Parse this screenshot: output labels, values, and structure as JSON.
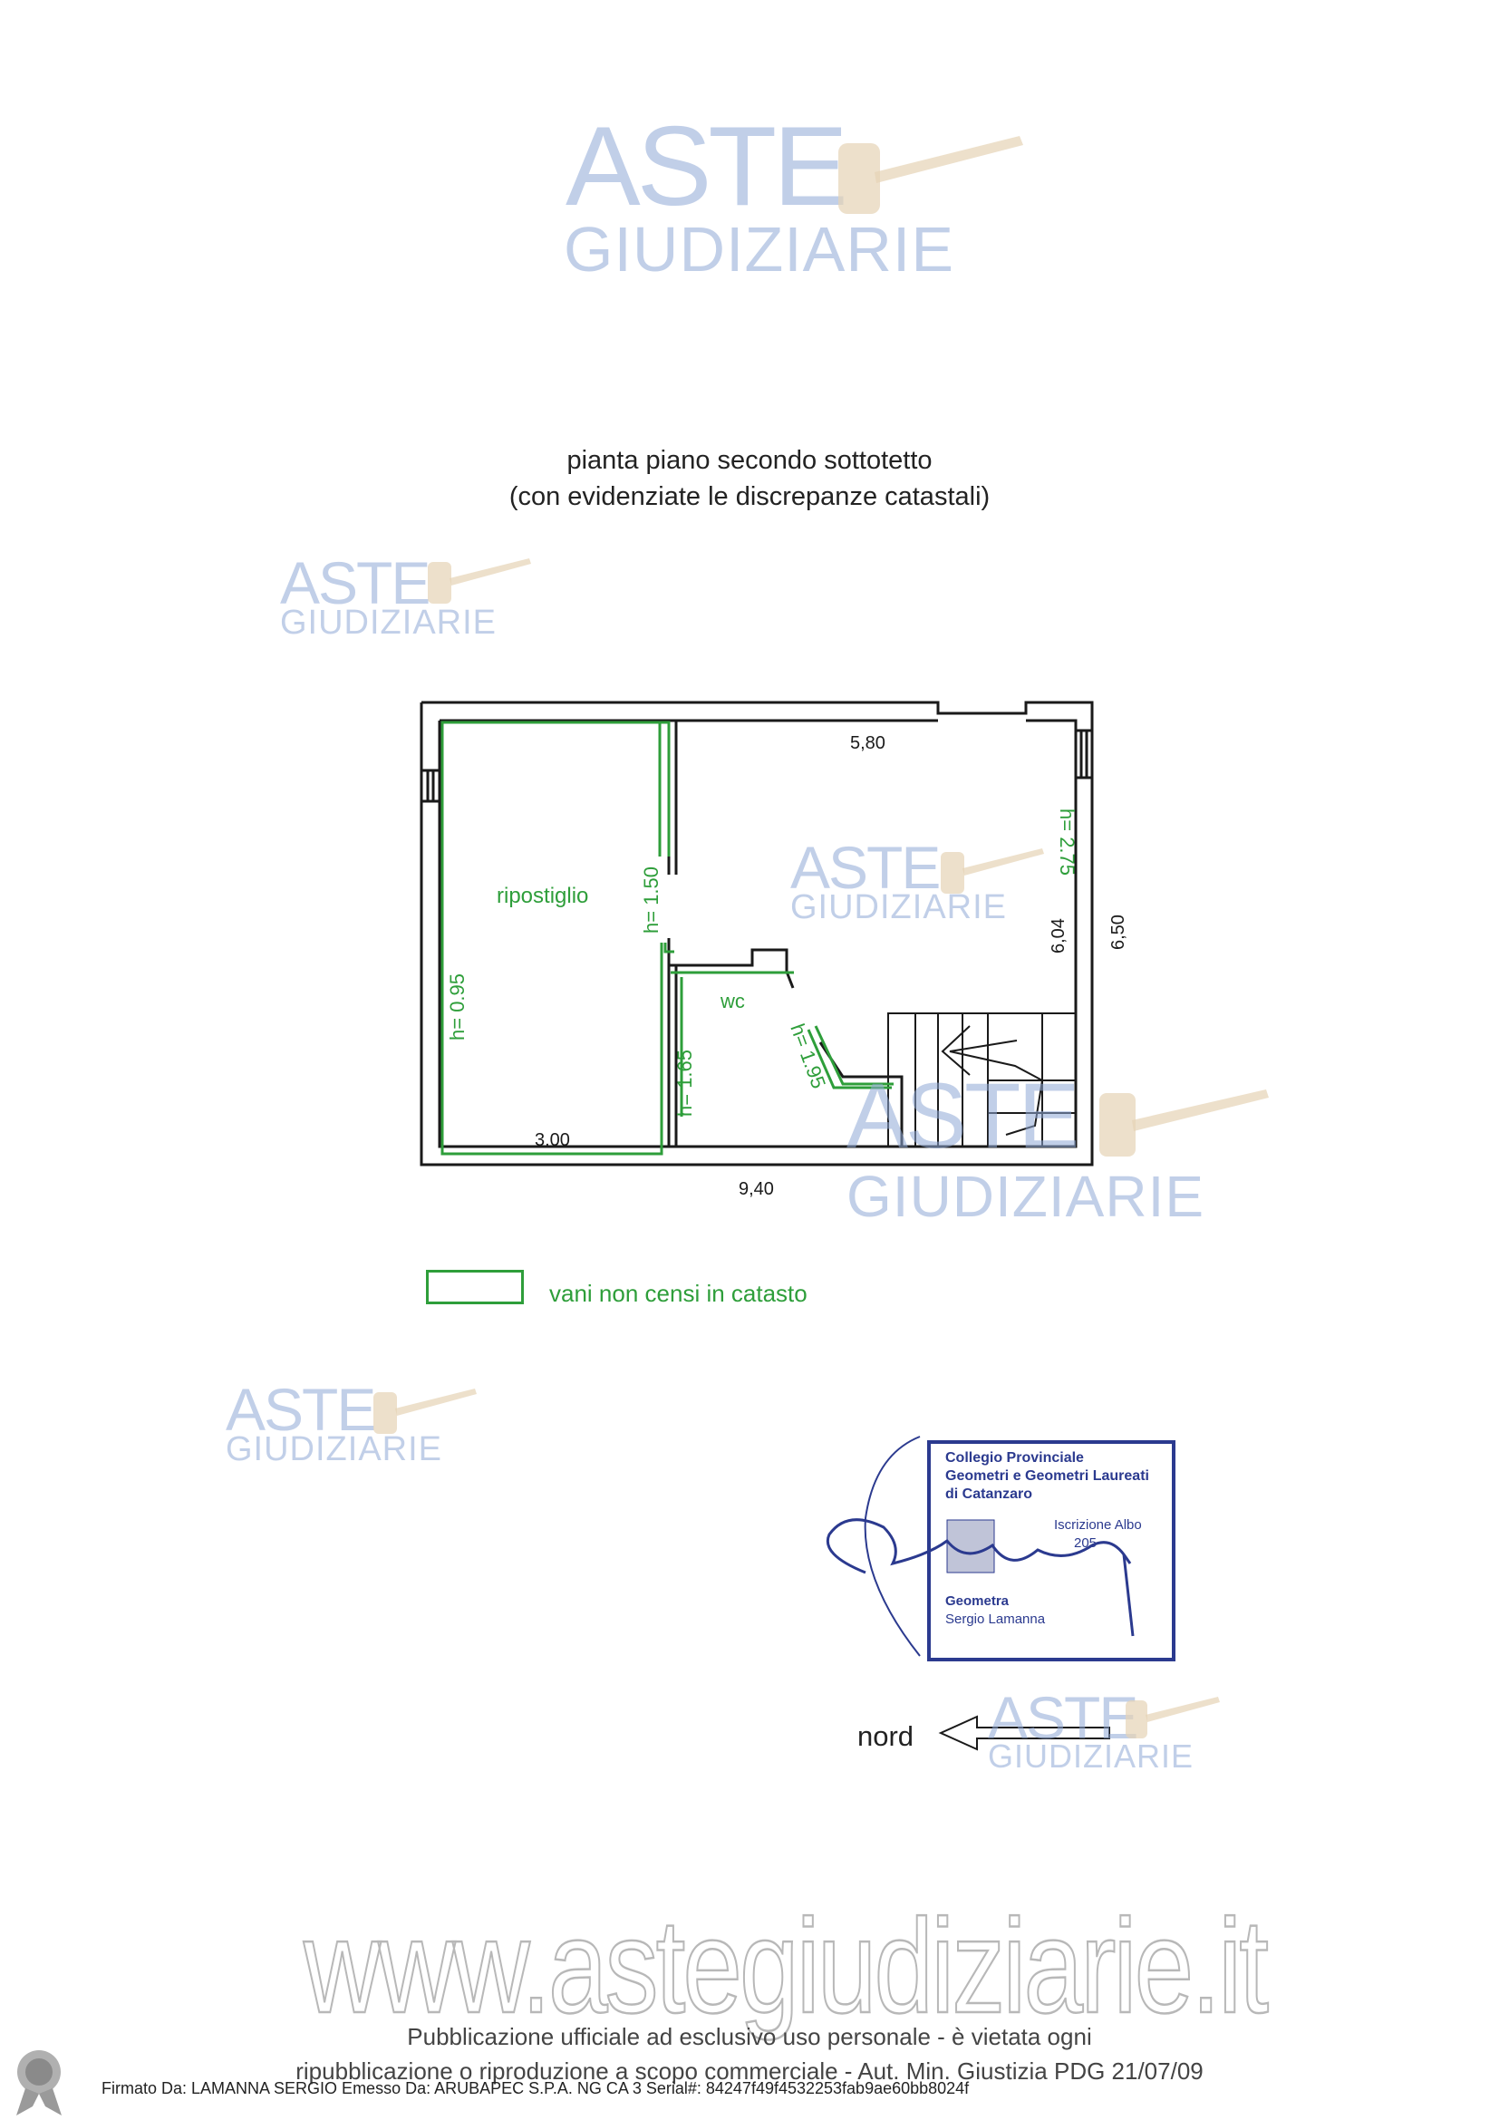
{
  "watermark": {
    "brand_top": "ASTE",
    "brand_bottom": "GIUDIZIARIE"
  },
  "title": {
    "line1": "pianta piano secondo sottotetto",
    "line2": "(con evidenziate le discrepanze catastali)"
  },
  "plan": {
    "labels": {
      "ripostiglio": "ripostiglio",
      "wc": "wc",
      "h095": "h= 0.95",
      "h150": "h= 1.50",
      "h165": "h= 1.65",
      "h195": "h= 1.95",
      "h275": "h= 2.75",
      "dim_580": "5,80",
      "dim_300": "3,00",
      "dim_940": "9,40",
      "dim_604": "6,04",
      "dim_650": "6,50"
    },
    "colors": {
      "wall": "#1a1a1a",
      "discrepancy": "#2e9e3a"
    }
  },
  "legend": {
    "text": "vani  non censi in catasto"
  },
  "stamp": {
    "line1": "Collegio Provinciale",
    "line2": "Geometri e Geometri Laureati",
    "line3": "di Catanzaro",
    "line4": "Iscrizione Albo",
    "line5": "205",
    "line6": "Geometra",
    "line7": "Sergio Lamanna"
  },
  "compass": {
    "label": "nord"
  },
  "footer": {
    "site": "www.astegiudiziarie.it",
    "notice_line1": "Pubblicazione ufficiale ad esclusivo uso personale - è vietata ogni",
    "notice_line2": "ripubblicazione o riproduzione a scopo commerciale - Aut. Min. Giustizia PDG 21/07/09",
    "signed_by": "Firmato Da: LAMANNA SERGIO Emesso Da: ARUBAPEC S.P.A. NG CA 3 Serial#: 84247f49f4532253fab9ae60bb8024f"
  }
}
